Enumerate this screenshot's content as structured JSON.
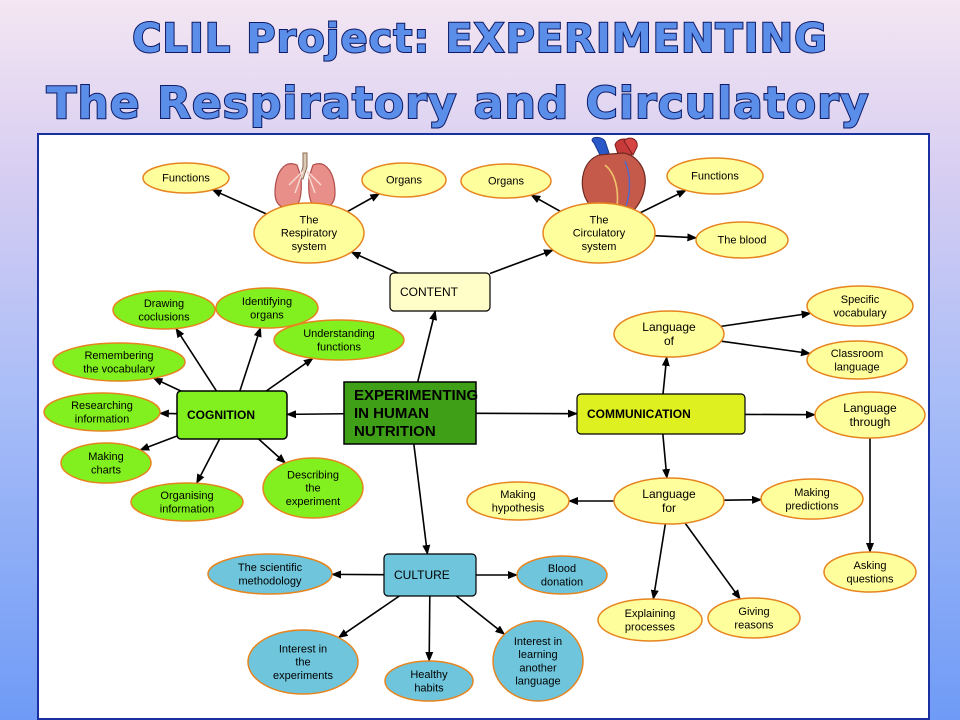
{
  "header": {
    "title": "CLIL Project: EXPERIMENTING",
    "subtitle": "The Respiratory and Circulatory Systems"
  },
  "colors": {
    "yellow_fill": "#fffe9c",
    "yellow_stroke": "#e6841f",
    "green_fill": "#82f01e",
    "green_stroke": "#e6841f",
    "center_fill": "#3fa018",
    "communication_fill": "#dff020",
    "culture_fill": "#6fc6dc",
    "content_fill": "#fffec8",
    "arrow": "#000000"
  },
  "map": {
    "nodes": [
      {
        "id": "center",
        "shape": "rect",
        "lines": [
          "EXPERIMENTING",
          "IN HUMAN",
          "NUTRITION"
        ],
        "style": "center"
      },
      {
        "id": "content",
        "shape": "rect",
        "lines": [
          "CONTENT"
        ],
        "style": "content"
      },
      {
        "id": "cognition",
        "shape": "rect",
        "lines": [
          "COGNITION"
        ],
        "style": "cognition"
      },
      {
        "id": "communication",
        "shape": "rect",
        "lines": [
          "COMMUNICATION"
        ],
        "style": "communication"
      },
      {
        "id": "culture",
        "shape": "rect",
        "lines": [
          "CULTURE"
        ],
        "style": "culture"
      },
      {
        "id": "resp",
        "shape": "ellipse",
        "lines": [
          "The",
          "Respiratory",
          "system"
        ],
        "style": "yellow"
      },
      {
        "id": "circ",
        "shape": "ellipse",
        "lines": [
          "The",
          "Circulatory",
          "system"
        ],
        "style": "yellow"
      },
      {
        "id": "resp_functions",
        "shape": "ellipse",
        "lines": [
          "Functions"
        ],
        "style": "yellow"
      },
      {
        "id": "resp_organs",
        "shape": "ellipse",
        "lines": [
          "Organs"
        ],
        "style": "yellow"
      },
      {
        "id": "circ_organs",
        "shape": "ellipse",
        "lines": [
          "Organs"
        ],
        "style": "yellow"
      },
      {
        "id": "circ_functions",
        "shape": "ellipse",
        "lines": [
          "Functions"
        ],
        "style": "yellow"
      },
      {
        "id": "blood",
        "shape": "ellipse",
        "lines": [
          "The blood"
        ],
        "style": "yellow"
      },
      {
        "id": "drawing",
        "shape": "ellipse",
        "lines": [
          "Drawing",
          "coclusions"
        ],
        "style": "green"
      },
      {
        "id": "identifying",
        "shape": "ellipse",
        "lines": [
          "Identifying",
          "organs"
        ],
        "style": "green"
      },
      {
        "id": "understanding",
        "shape": "ellipse",
        "lines": [
          "Understanding",
          "functions"
        ],
        "style": "green"
      },
      {
        "id": "remembering",
        "shape": "ellipse",
        "lines": [
          "Remembering",
          "the vocabulary"
        ],
        "style": "green"
      },
      {
        "id": "researching",
        "shape": "ellipse",
        "lines": [
          "Researching",
          "information"
        ],
        "style": "green"
      },
      {
        "id": "charts",
        "shape": "ellipse",
        "lines": [
          "Making",
          "charts"
        ],
        "style": "green"
      },
      {
        "id": "organising",
        "shape": "ellipse",
        "lines": [
          "Organising",
          "information"
        ],
        "style": "green"
      },
      {
        "id": "describing",
        "shape": "ellipse",
        "lines": [
          "Describing",
          "the",
          "experiment"
        ],
        "style": "green"
      },
      {
        "id": "lang_of",
        "shape": "ellipse",
        "lines": [
          "Language",
          "of"
        ],
        "style": "yellow_lg"
      },
      {
        "id": "lang_through",
        "shape": "ellipse",
        "lines": [
          "Language",
          "through"
        ],
        "style": "yellow_lg"
      },
      {
        "id": "lang_for",
        "shape": "ellipse",
        "lines": [
          "Language",
          "for"
        ],
        "style": "yellow_lg"
      },
      {
        "id": "specific",
        "shape": "ellipse",
        "lines": [
          "Specific",
          "vocabulary"
        ],
        "style": "yellow"
      },
      {
        "id": "classroom",
        "shape": "ellipse",
        "lines": [
          "Classroom",
          "language"
        ],
        "style": "yellow"
      },
      {
        "id": "hypothesis",
        "shape": "ellipse",
        "lines": [
          "Making",
          "hypothesis"
        ],
        "style": "yellow"
      },
      {
        "id": "predictions",
        "shape": "ellipse",
        "lines": [
          "Making",
          "predictions"
        ],
        "style": "yellow"
      },
      {
        "id": "asking",
        "shape": "ellipse",
        "lines": [
          "Asking",
          "questions"
        ],
        "style": "yellow"
      },
      {
        "id": "explaining",
        "shape": "ellipse",
        "lines": [
          "Explaining",
          "processes"
        ],
        "style": "yellow"
      },
      {
        "id": "giving",
        "shape": "ellipse",
        "lines": [
          "Giving",
          "reasons"
        ],
        "style": "yellow"
      },
      {
        "id": "scientific",
        "shape": "ellipse",
        "lines": [
          "The scientific",
          "methodology"
        ],
        "style": "blue"
      },
      {
        "id": "blood_donation",
        "shape": "ellipse",
        "lines": [
          "Blood",
          "donation"
        ],
        "style": "blue"
      },
      {
        "id": "interest_exp",
        "shape": "ellipse",
        "lines": [
          "Interest in",
          "the",
          "experiments"
        ],
        "style": "blue"
      },
      {
        "id": "healthy",
        "shape": "ellipse",
        "lines": [
          "Healthy",
          "habits"
        ],
        "style": "blue"
      },
      {
        "id": "interest_lang",
        "shape": "ellipse",
        "lines": [
          "Interest in",
          "learning",
          "another",
          "language"
        ],
        "style": "blue"
      }
    ],
    "edges": [
      [
        "center",
        "content"
      ],
      [
        "center",
        "cognition"
      ],
      [
        "center",
        "communication"
      ],
      [
        "center",
        "culture"
      ],
      [
        "content",
        "resp"
      ],
      [
        "content",
        "circ"
      ],
      [
        "resp",
        "resp_functions"
      ],
      [
        "resp",
        "resp_organs"
      ],
      [
        "circ",
        "circ_organs"
      ],
      [
        "circ",
        "circ_functions"
      ],
      [
        "circ",
        "blood"
      ],
      [
        "cognition",
        "drawing"
      ],
      [
        "cognition",
        "identifying"
      ],
      [
        "cognition",
        "understanding"
      ],
      [
        "cognition",
        "remembering"
      ],
      [
        "cognition",
        "researching"
      ],
      [
        "cognition",
        "charts"
      ],
      [
        "cognition",
        "organising"
      ],
      [
        "cognition",
        "describing"
      ],
      [
        "communication",
        "lang_of"
      ],
      [
        "communication",
        "lang_through"
      ],
      [
        "communication",
        "lang_for"
      ],
      [
        "lang_of",
        "specific"
      ],
      [
        "lang_of",
        "classroom"
      ],
      [
        "lang_for",
        "hypothesis"
      ],
      [
        "lang_for",
        "predictions"
      ],
      [
        "lang_for",
        "explaining"
      ],
      [
        "lang_for",
        "giving"
      ],
      [
        "lang_through",
        "asking"
      ],
      [
        "culture",
        "scientific"
      ],
      [
        "culture",
        "blood_donation"
      ],
      [
        "culture",
        "interest_exp"
      ],
      [
        "culture",
        "healthy"
      ],
      [
        "culture",
        "interest_lang"
      ]
    ],
    "images": [
      {
        "id": "lungs",
        "icon": "lungs-icon"
      },
      {
        "id": "heart",
        "icon": "heart-icon"
      }
    ]
  }
}
